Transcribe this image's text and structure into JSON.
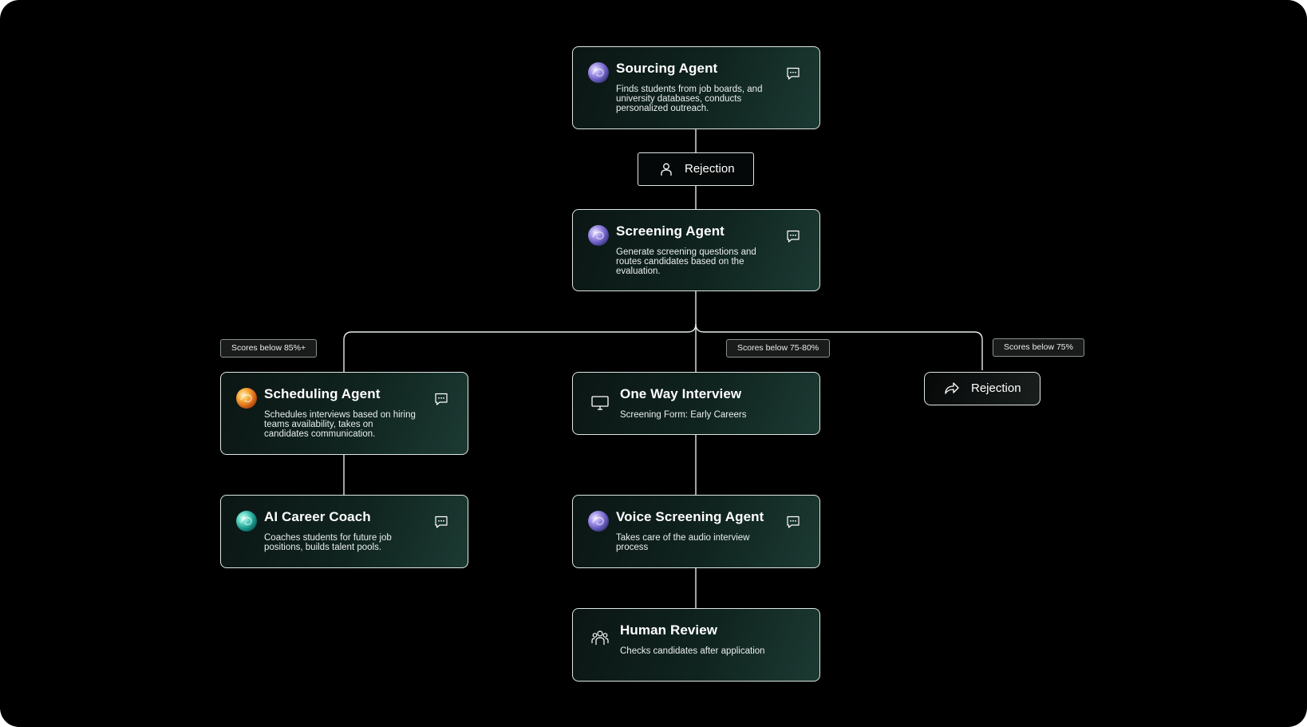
{
  "nodes": {
    "sourcing": {
      "title": "Sourcing Agent",
      "desc": "Finds students from job boards, and university databases, conducts personalized outreach."
    },
    "rejection_top": {
      "label": "Rejection"
    },
    "screening": {
      "title": "Screening Agent",
      "desc": "Generate screening questions and routes candidates based on the evaluation."
    },
    "scheduling": {
      "title": "Scheduling Agent",
      "desc": "Schedules interviews based on hiring teams availability, takes on candidates communication."
    },
    "one_way": {
      "title": "One Way Interview",
      "desc": "Screening Form: Early Careers"
    },
    "rejection_right": {
      "label": "Rejection"
    },
    "career_coach": {
      "title": "AI Career Coach",
      "desc": "Coaches students for future job positions, builds talent pools."
    },
    "voice": {
      "title": "Voice Screening Agent",
      "desc": "Takes care of the audio interview process"
    },
    "human_review": {
      "title": "Human Review",
      "desc": "Checks candidates after application"
    }
  },
  "tags": {
    "left": "Scores below 85%+",
    "middle": "Scores below 75-80%",
    "right": "Scores below 75%"
  },
  "icons": {
    "agent_orb_violet": "orb-violet-icon",
    "agent_orb_orange": "orb-orange-icon",
    "agent_orb_teal": "orb-teal-icon",
    "chat": "chat-bubble-icon",
    "person": "person-icon",
    "share": "share-arrow-icon",
    "monitor": "monitor-icon",
    "people": "people-icon"
  },
  "colors": {
    "background": "#000000",
    "card_border": "#dfe7e5",
    "card_gradient_start": "#0b1614",
    "card_gradient_end": "#1c3a33",
    "connector": "#e4ebe9"
  }
}
